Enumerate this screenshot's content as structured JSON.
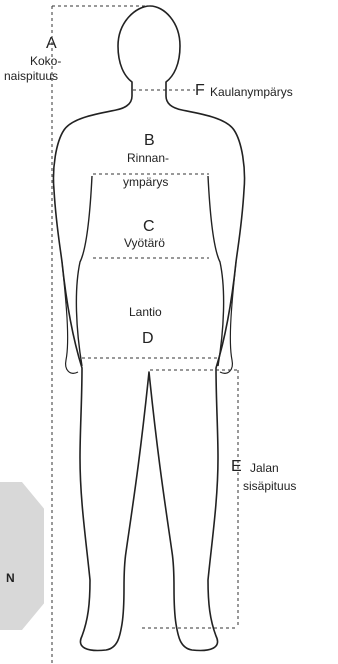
{
  "measurements": {
    "A": {
      "letter": "A",
      "label_line1": "Koko-",
      "label_line2": "naispituus"
    },
    "B": {
      "letter": "B",
      "label_line1": "Rinnan-",
      "label_line2": "ympärys"
    },
    "C": {
      "letter": "C",
      "label": "Vyötärö"
    },
    "D": {
      "letter": "D",
      "label": "Lantio"
    },
    "E": {
      "letter": "E",
      "label_line1": "Jalan",
      "label_line2": "sisäpituus"
    },
    "F": {
      "letter": "F",
      "label": "Kaulanympärys"
    }
  },
  "side_badge": {
    "text": "N"
  },
  "colors": {
    "outline": "#222222",
    "dash": "#333333",
    "badge": "#d8d8d8"
  }
}
